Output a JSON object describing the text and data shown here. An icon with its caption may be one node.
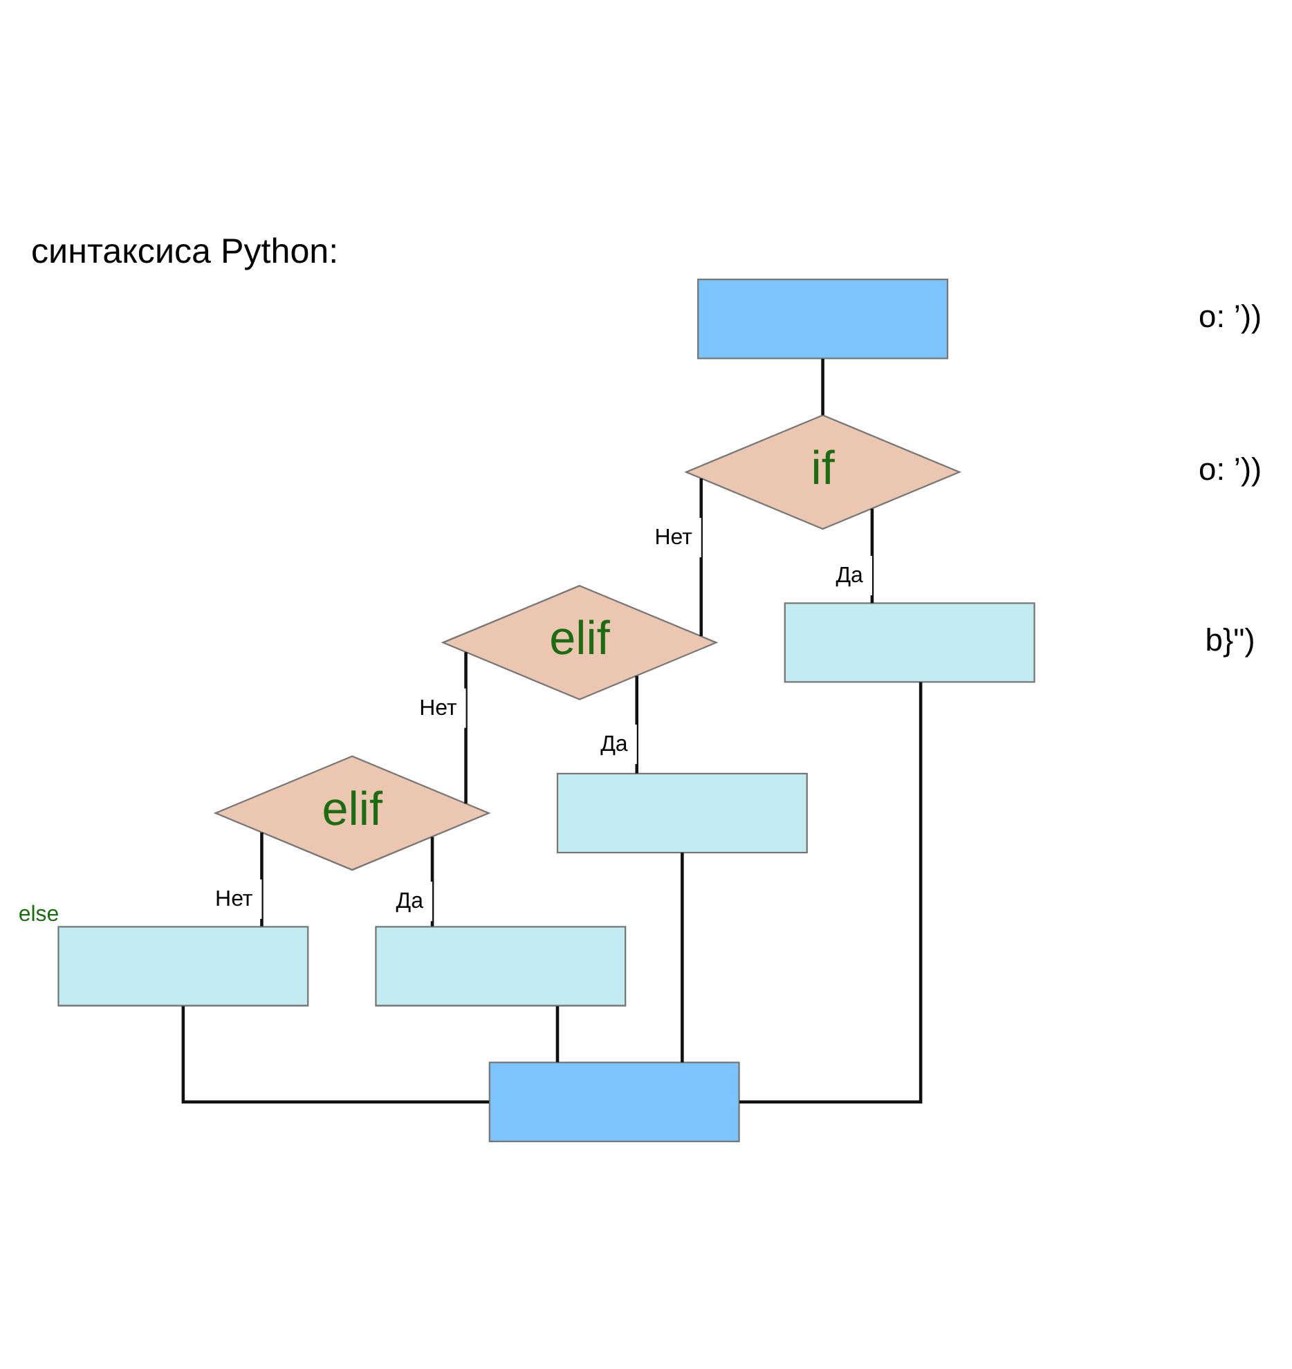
{
  "diagram": {
    "title": "синтаксиса Python:",
    "nodes": [
      {
        "text": [],
        "shape": "box"
      },
      {
        "text": [
          "if"
        ]
      },
      {
        "text": [
          "elif"
        ]
      },
      {
        "text": [],
        "shape": "box"
      },
      {
        "text": [
          "elif"
        ]
      },
      {
        "text": [],
        "shape": "box"
      },
      {
        "text": [],
        "shape": "box",
        "beside": [
          "else"
        ]
      },
      {
        "text": [],
        "shape": "box"
      },
      {
        "text": [],
        "shape": "box"
      }
    ],
    "edges": [
      {
        "from": 0,
        "to": 1,
        "arrow": "none"
      },
      {
        "from": 1,
        "to": 2,
        "arrow": "none",
        "label": "Нет"
      },
      {
        "from": 1,
        "to": 3,
        "arrow": "none",
        "label": "Да"
      },
      {
        "from": 2,
        "to": 4,
        "arrow": "none",
        "label": "Нет"
      },
      {
        "from": 2,
        "to": 5,
        "arrow": "none",
        "label": "Да"
      },
      {
        "from": 4,
        "to": 6,
        "arrow": "none",
        "label": "Нет"
      },
      {
        "from": 4,
        "to": 7,
        "arrow": "none",
        "label": "Да"
      },
      {
        "from": 6,
        "to": 8,
        "arrow": "none"
      },
      {
        "from": 7,
        "to": 8,
        "arrow": "none"
      },
      {
        "from": 5,
        "to": 8,
        "arrow": "none"
      },
      {
        "from": 3,
        "to": 8,
        "arrow": "none"
      }
    ],
    "labels": [
      "о: ’))",
      "о: ’))",
      "b}\")"
    ]
  }
}
